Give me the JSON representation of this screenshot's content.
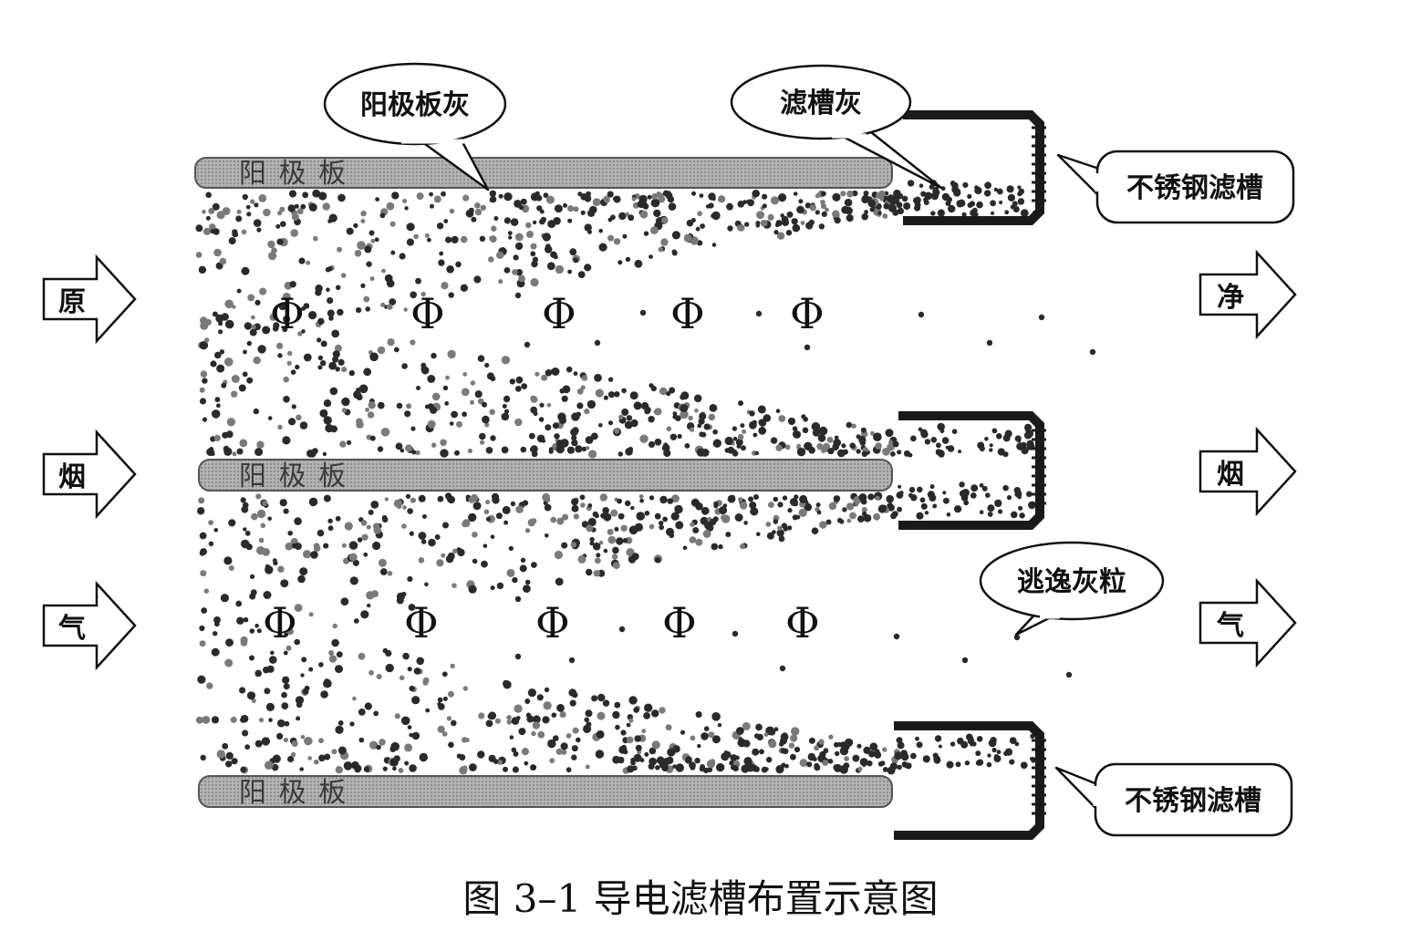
{
  "plates": [
    {
      "label": "阳 极 板"
    },
    {
      "label": "阳 极 板"
    },
    {
      "label": "阳 极 板"
    }
  ],
  "inlet_arrows": [
    "原",
    "烟",
    "气"
  ],
  "outlet_arrows": [
    "净",
    "烟",
    "气"
  ],
  "callouts": {
    "plate_ash": "阳极板灰",
    "trough_ash": "滤槽灰",
    "trough_top": "不锈钢滤槽",
    "trough_bottom": "不锈钢滤槽",
    "escaped_particles": "逃逸灰粒"
  },
  "electrode_symbol": "Φ",
  "caption": "图 3–1    导电滤槽布置示意图",
  "colors": {
    "plate_fill": "#a9a9a9",
    "plate_stroke": "#555555",
    "trough": "#1a1a1a",
    "particle": "#2a2a2a",
    "particle_light": "#7a7a7a"
  }
}
